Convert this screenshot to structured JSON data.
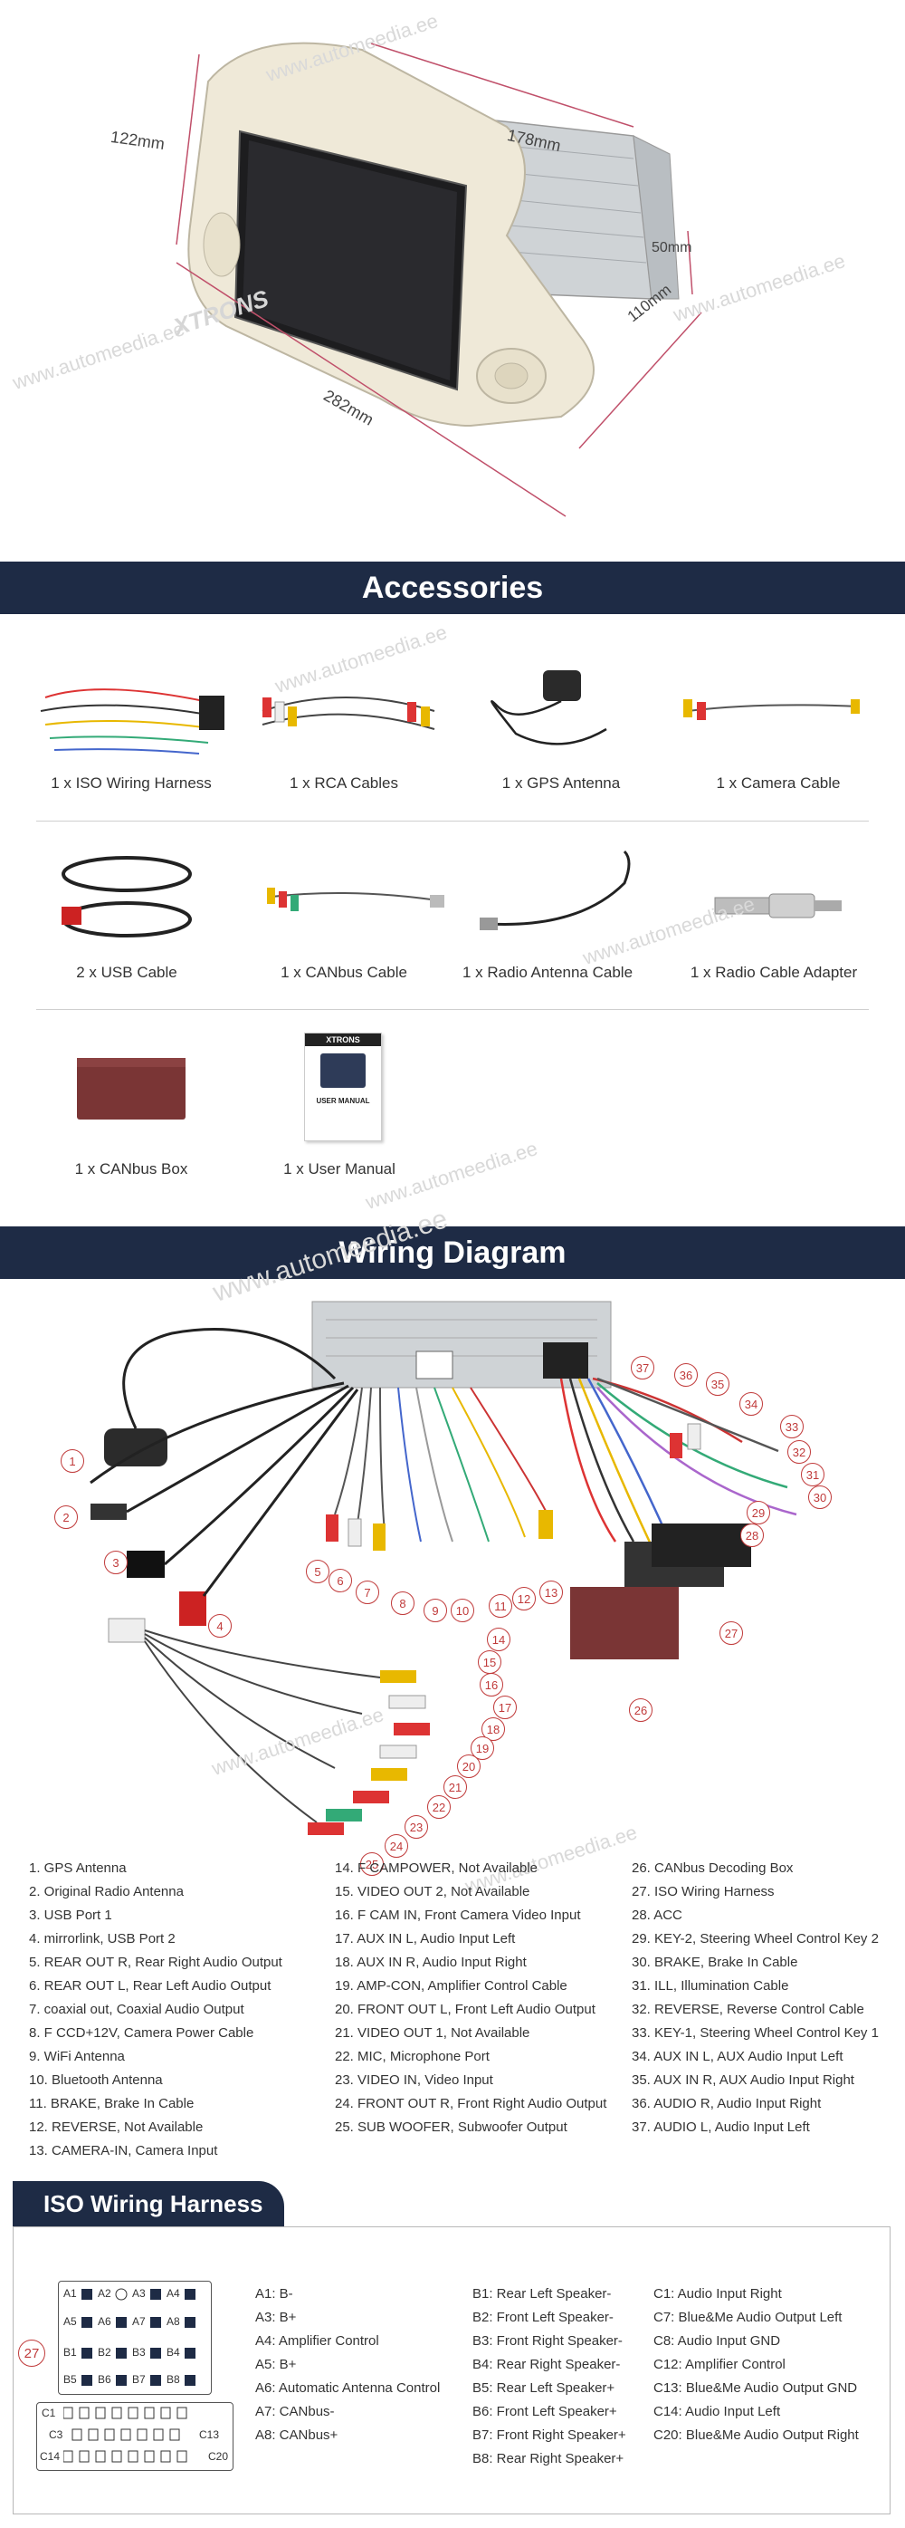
{
  "product_dimensions": {
    "height": "122mm",
    "depth": "178mm",
    "chassis_height": "50mm",
    "chassis_width": "110mm",
    "width": "282mm"
  },
  "watermark": "www.automeedia.ee",
  "brand_text": "XTRONS",
  "accessories": {
    "title": "Accessories",
    "items": [
      "1 x ISO Wiring Harness",
      "1 x RCA Cables",
      "1 x GPS Antenna",
      "1 x Camera Cable",
      "2 x USB Cable",
      "1 x CANbus Cable",
      "1 x Radio Antenna Cable",
      "1 x Radio Cable Adapter",
      "1 x CANbus Box",
      "1 x User Manual"
    ],
    "manual_cover": "USER MANUAL"
  },
  "wiring": {
    "title": "Wiring Diagram",
    "legend_col1": [
      "1. GPS Antenna",
      "2. Original Radio Antenna",
      "3. USB Port 1",
      "4. mirrorlink, USB Port 2",
      "5. REAR OUT R, Rear Right Audio Output",
      "6. REAR OUT L, Rear Left Audio Output",
      "7. coaxial out, Coaxial Audio Output",
      "8. F CCD+12V, Camera Power Cable",
      "9. WiFi Antenna",
      "10. Bluetooth Antenna",
      "11. BRAKE, Brake In Cable",
      "12. REVERSE, Not Available",
      "13. CAMERA-IN, Camera Input"
    ],
    "legend_col2": [
      "14. F CAMPOWER, Not Available",
      "15. VIDEO OUT 2, Not Available",
      "16. F CAM IN, Front Camera Video Input",
      "17. AUX IN L, Audio Input Left",
      "18. AUX IN R, Audio Input Right",
      "19. AMP-CON, Amplifier Control Cable",
      "20. FRONT OUT L, Front Left Audio Output",
      "21. VIDEO OUT 1, Not Available",
      "22. MIC, Microphone Port",
      "23. VIDEO IN, Video Input",
      "24. FRONT OUT R, Front Right Audio Output",
      "25. SUB WOOFER, Subwoofer Output"
    ],
    "legend_col3": [
      "26. CANbus Decoding Box",
      "27. ISO Wiring Harness",
      "28. ACC",
      "29. KEY-2, Steering Wheel Control Key 2",
      "30. BRAKE, Brake In Cable",
      "31. ILL, Illumination Cable",
      "32. REVERSE, Reverse Control Cable",
      "33. KEY-1, Steering Wheel Control Key 1",
      "34. AUX IN L, AUX Audio Input Left",
      "35. AUX IN R, AUX Audio Input Right",
      "36. AUDIO R, Audio Input Right",
      "37. AUDIO L, Audio Input Left"
    ],
    "callouts": [
      "1",
      "2",
      "3",
      "4",
      "5",
      "6",
      "7",
      "8",
      "9",
      "10",
      "11",
      "12",
      "13",
      "14",
      "15",
      "16",
      "17",
      "18",
      "19",
      "20",
      "21",
      "22",
      "23",
      "24",
      "25",
      "26",
      "27",
      "28",
      "29",
      "30",
      "31",
      "32",
      "33",
      "34",
      "35",
      "36",
      "37"
    ]
  },
  "iso": {
    "title": "ISO Wiring Harness",
    "callout": "27",
    "pin_labels_a": [
      "A1",
      "A2",
      "A3",
      "A4",
      "A5",
      "A6",
      "A7",
      "A8"
    ],
    "pin_labels_b": [
      "B1",
      "B2",
      "B3",
      "B4",
      "B5",
      "B6",
      "B7",
      "B8"
    ],
    "pin_labels_c": [
      "C1",
      "C3",
      "C13",
      "C14",
      "C20"
    ],
    "col1": [
      "A1: B-",
      "A3: B+",
      "A4: Amplifier Control",
      "A5: B+",
      "A6: Automatic Antenna Control",
      "A7: CANbus-",
      "A8: CANbus+"
    ],
    "col2": [
      "B1: Rear Left Speaker-",
      "B2: Front Left Speaker-",
      "B3: Front Right Speaker-",
      "B4: Rear Right Speaker-",
      "B5: Rear Left Speaker+",
      "B6: Front Left Speaker+",
      "B7: Front Right Speaker+",
      "B8: Rear Right Speaker+"
    ],
    "col3": [
      "C1:  Audio Input Right",
      "C7:  Blue&Me Audio Output Left",
      "C8: Audio Input GND",
      "C12: Amplifier Control",
      "C13: Blue&Me Audio Output GND",
      "C14: Audio Input Left",
      "C20: Blue&Me Audio Output Right"
    ]
  }
}
